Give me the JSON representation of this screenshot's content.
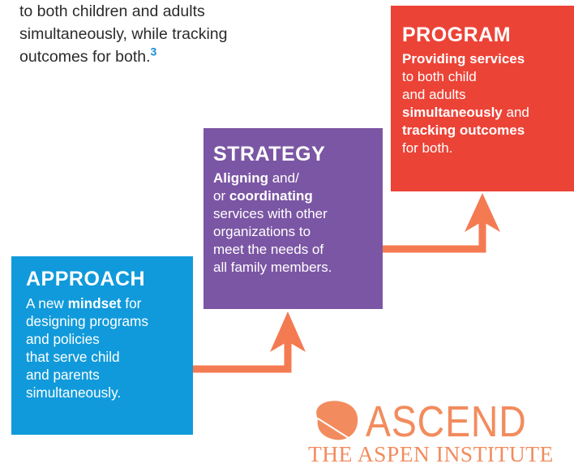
{
  "intro": {
    "lines": [
      "to both children and adults",
      "simultaneously, while tracking",
      "outcomes for both."
    ],
    "footnote": "3"
  },
  "program": {
    "title": "PROGRAM",
    "desc": [
      [
        {
          "t": "Providing services",
          "b": true
        }
      ],
      [
        {
          "t": "to both child",
          "b": false
        }
      ],
      [
        {
          "t": "and adults",
          "b": false
        }
      ],
      [
        {
          "t": "simultaneously",
          "b": true
        },
        {
          "t": " and",
          "b": false
        }
      ],
      [
        {
          "t": "tracking outcomes",
          "b": true
        }
      ],
      [
        {
          "t": "for both.",
          "b": false
        }
      ]
    ]
  },
  "strategy": {
    "title": "STRATEGY",
    "desc": [
      [
        {
          "t": "Aligning",
          "b": true
        },
        {
          "t": " and/",
          "b": false
        }
      ],
      [
        {
          "t": "or ",
          "b": false
        },
        {
          "t": "coordinating",
          "b": true
        }
      ],
      [
        {
          "t": "services with other",
          "b": false
        }
      ],
      [
        {
          "t": "organizations to",
          "b": false
        }
      ],
      [
        {
          "t": "meet the needs of",
          "b": false
        }
      ],
      [
        {
          "t": "all family members.",
          "b": false
        }
      ]
    ]
  },
  "approach": {
    "title": "APPROACH",
    "desc": [
      [
        {
          "t": "A new ",
          "b": false
        },
        {
          "t": "mindset",
          "b": true
        },
        {
          "t": " for",
          "b": false
        }
      ],
      [
        {
          "t": "designing programs",
          "b": false
        }
      ],
      [
        {
          "t": "and policies",
          "b": false
        }
      ],
      [
        {
          "t": "that serve child",
          "b": false
        }
      ],
      [
        {
          "t": "and parents",
          "b": false
        }
      ],
      [
        {
          "t": "simultaneously.",
          "b": false
        }
      ]
    ]
  },
  "logo": {
    "word": "ASCEND",
    "sub": "THE ASPEN INSTITUTE"
  },
  "colors": {
    "program": "#ec4337",
    "strategy": "#7b56a4",
    "approach": "#109adb",
    "arrow": "#f47a52",
    "logo": "#f28c5e"
  }
}
